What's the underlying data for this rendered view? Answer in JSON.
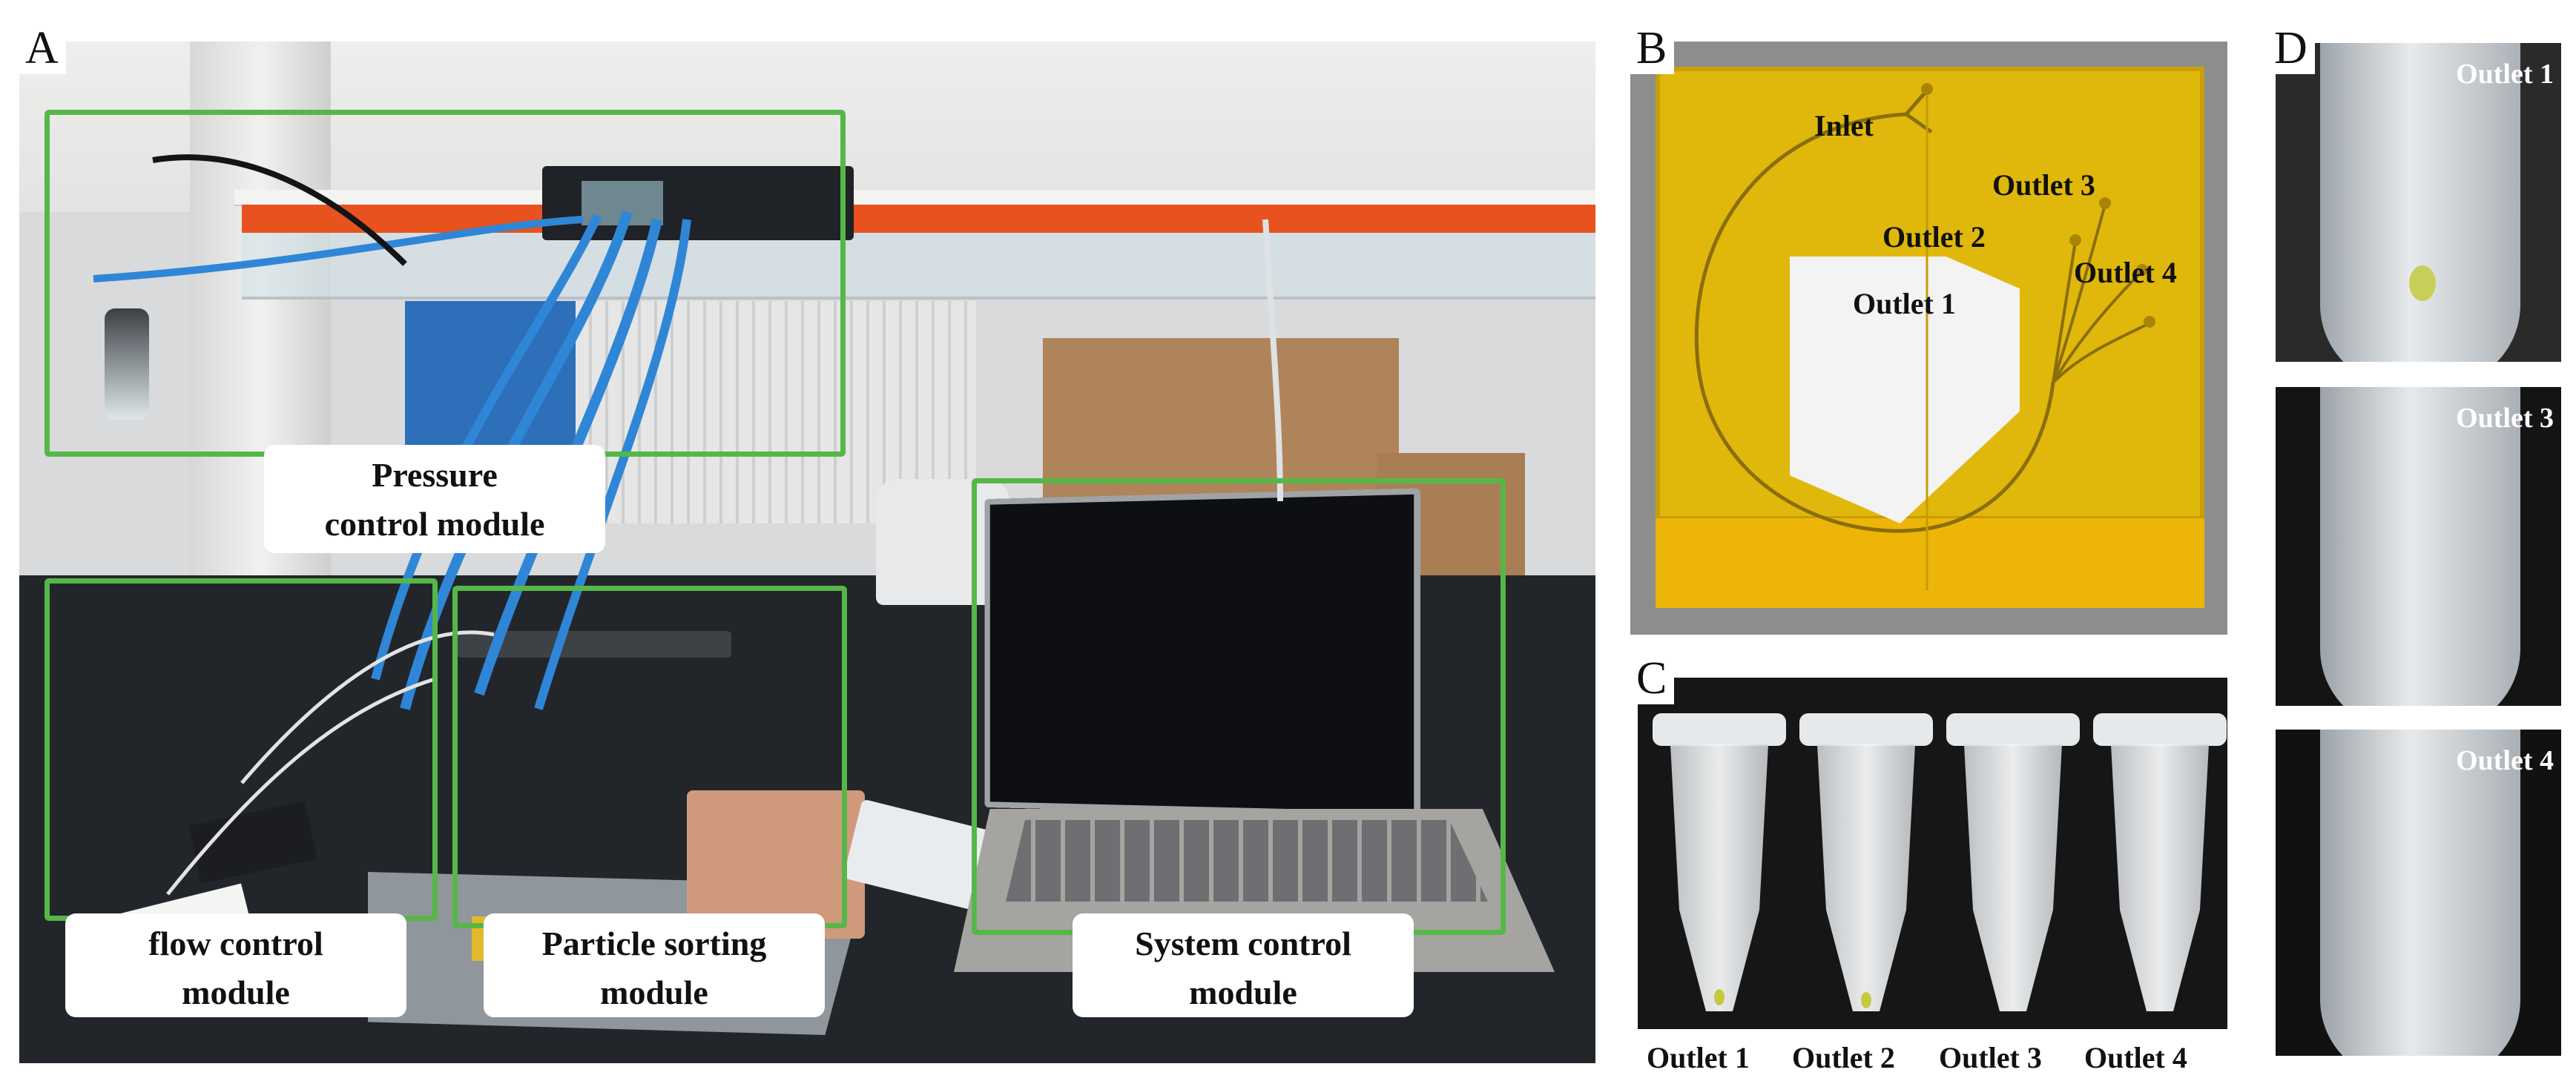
{
  "panels": {
    "a": {
      "letter": "A",
      "modules": {
        "pressure_line1": "Pressure",
        "pressure_line2": "control module",
        "flow_line1": "flow control",
        "flow_line2": "module",
        "sorting_line1": "Particle sorting",
        "sorting_line2": "module",
        "system_line1": "System control",
        "system_line2": "module"
      }
    },
    "b": {
      "letter": "B",
      "labels": {
        "inlet": "Inlet",
        "outlet1": "Outlet 1",
        "outlet2": "Outlet 2",
        "outlet3": "Outlet 3",
        "outlet4": "Outlet 4"
      }
    },
    "c": {
      "letter": "C",
      "captions": [
        "Outlet 1",
        "Outlet 2",
        "Outlet 3",
        "Outlet 4"
      ]
    },
    "d": {
      "letter": "D",
      "labels": [
        "Outlet 1",
        "Outlet 3",
        "Outlet 4"
      ]
    }
  },
  "colors": {
    "module_box": "#56b748",
    "chip": "#e0b80c",
    "bench": "#22262b",
    "shelf_accent": "#e8521f",
    "tubing": "#2f86d6"
  }
}
